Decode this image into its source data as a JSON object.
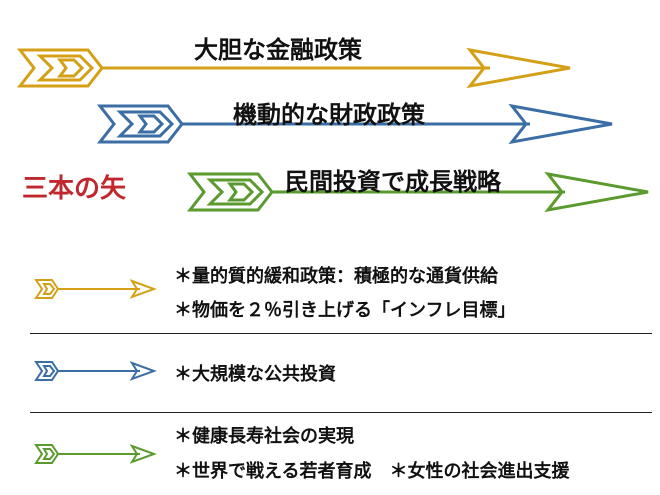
{
  "colors": {
    "gold": "#d4a017",
    "blue": "#3a6ea5",
    "green": "#5a9a2e",
    "title_red": "#c0282d"
  },
  "main_title": "三本の矢",
  "arrows": [
    {
      "label": "大胆な金融政策",
      "color": "gold"
    },
    {
      "label": "機動的な財政政策",
      "color": "blue"
    },
    {
      "label": "民間投資で成長戦略",
      "color": "green"
    }
  ],
  "legend": [
    {
      "color": "gold",
      "lines": [
        "＊量的質的緩和政策：積極的な通貨供給",
        "＊物価を２％引き上げる「インフレ目標」"
      ]
    },
    {
      "color": "blue",
      "lines": [
        "＊大規模な公共投資"
      ]
    },
    {
      "color": "green",
      "lines": [
        "＊健康長寿社会の実現",
        "＊世界で戦える若者育成　＊女性の社会進出支援"
      ]
    }
  ]
}
